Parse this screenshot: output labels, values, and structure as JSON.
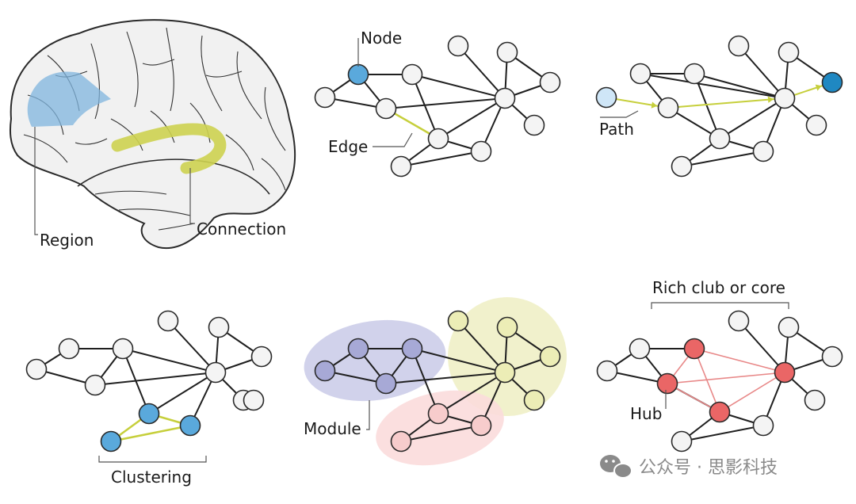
{
  "labels": {
    "node": "Node",
    "edge": "Edge",
    "path": "Path",
    "region": "Region",
    "connection": "Connection",
    "clustering": "Clustering",
    "module": "Module",
    "hub": "Hub",
    "rich_club": "Rich club or core"
  },
  "watermark": {
    "text": "公众号 · 思影科技",
    "icon": "wechat-icon"
  },
  "colors": {
    "node_default": "#f4f4f4",
    "node_blue": "#5aa9dc",
    "node_light_blue": "#cfe6f7",
    "node_dark_blue": "#1f88c2",
    "node_purple": "#a7a9d6",
    "node_yellow": "#ecedb6",
    "node_pink": "#f7cccc",
    "node_red": "#ea6666",
    "edge_highlight_green": "#c6cf3b",
    "edge_red": "#e88888",
    "brain_region_blue": "#7fb4dd",
    "brain_connection_yellow": "#cdd250",
    "module_purple_blob": "#c9cae8",
    "module_yellow_blob": "#eff0c6",
    "module_pink_blob": "#fbdcdc"
  }
}
